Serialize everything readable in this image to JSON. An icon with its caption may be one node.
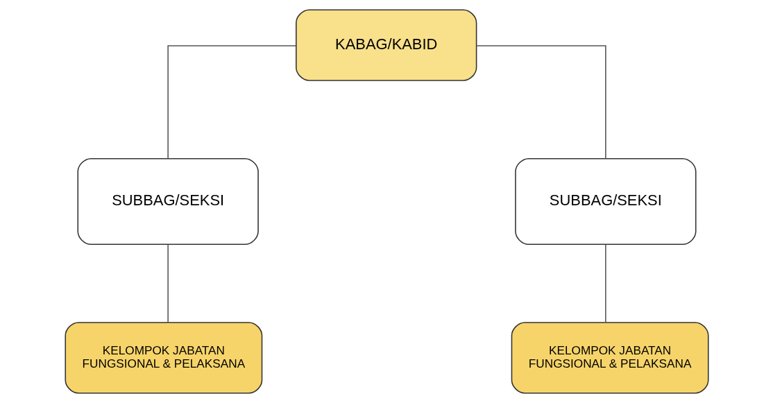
{
  "diagram": {
    "nodes": [
      {
        "text": [
          "KABAG/KABID"
        ]
      },
      {
        "text": [
          "SUBBAG/SEKSI"
        ]
      },
      {
        "text": [
          "SUBBAG/SEKSI"
        ]
      },
      {
        "text": [
          "KELOMPOK JABATAN FUNGSIONAL & PELAKSANA"
        ]
      },
      {
        "text": [
          "KELOMPOK JABATAN FUNGSIONAL & PELAKSANA"
        ]
      }
    ],
    "edges": [
      {
        "from": 0,
        "to": 1,
        "arrow": "none"
      },
      {
        "from": 0,
        "to": 2,
        "arrow": "none"
      },
      {
        "from": 1,
        "to": 3,
        "arrow": "none"
      },
      {
        "from": 2,
        "to": 4,
        "arrow": "none"
      }
    ]
  }
}
